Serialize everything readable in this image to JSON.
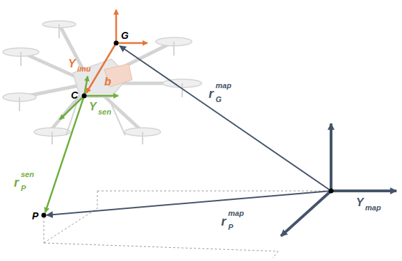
{
  "diagram": {
    "labels": [
      "Υ",
      "imu",
      "G",
      "b",
      "C",
      "Υ",
      "sen",
      "r",
      "map",
      "G",
      "r",
      "sen",
      "P",
      "Υ",
      "map",
      "r",
      "map",
      "P",
      "P"
    ]
  }
}
